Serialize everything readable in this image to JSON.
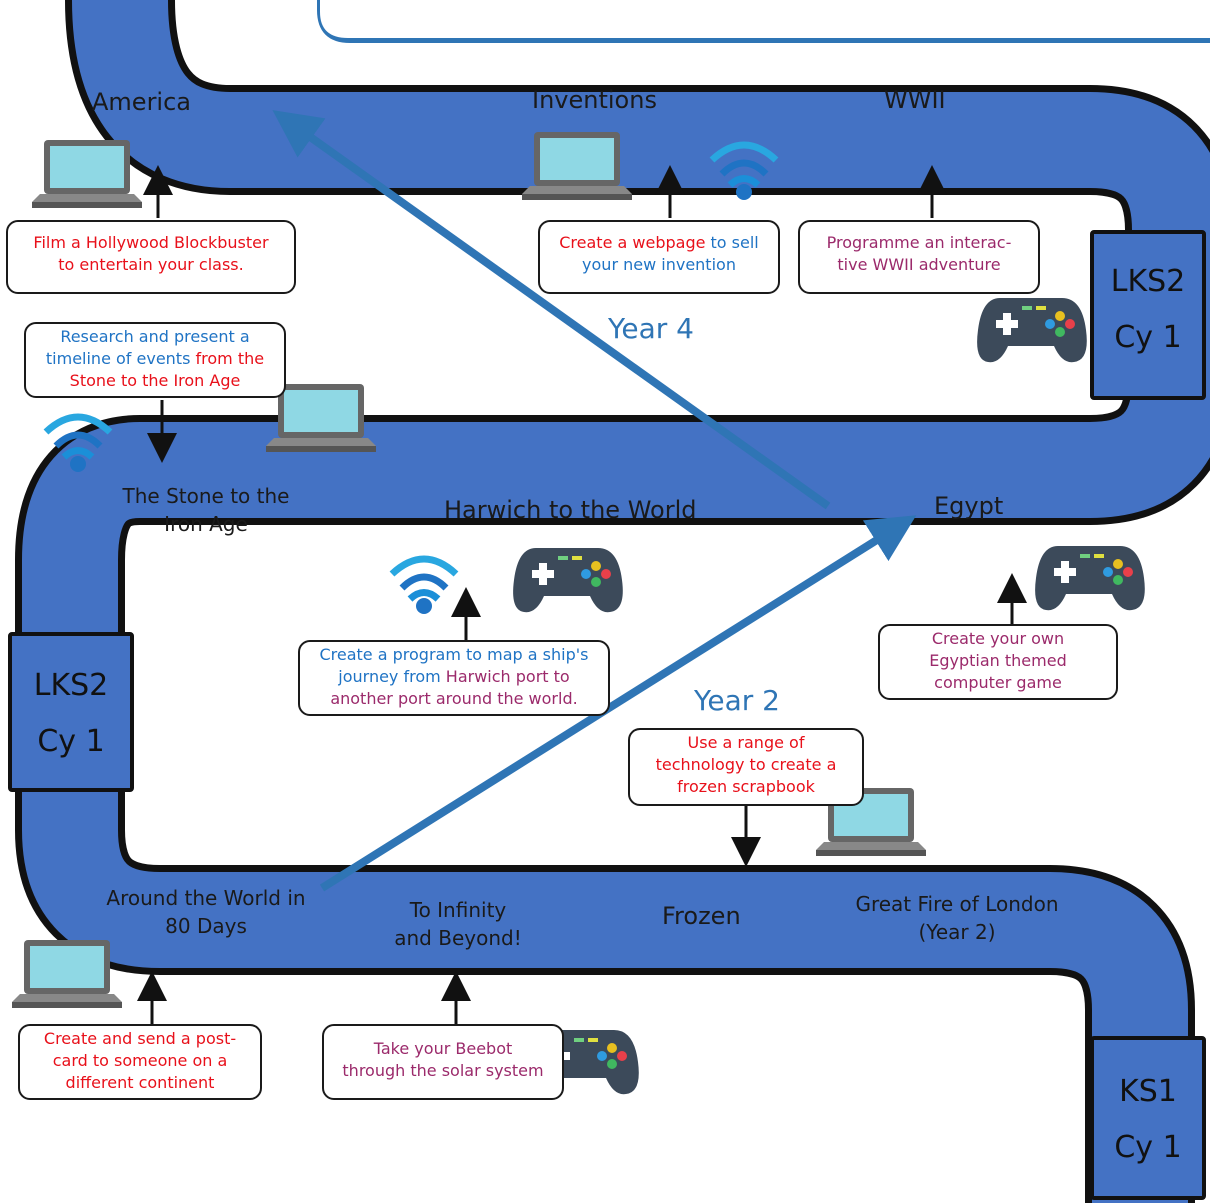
{
  "topics": {
    "america": "America",
    "inventions": "Inventions",
    "wwii": "WWII",
    "stone_iron": [
      "The Stone to the",
      "Iron Age"
    ],
    "harwich": "Harwich to the World",
    "egypt": "Egypt",
    "around_world": [
      "Around the World in",
      "80 Days"
    ],
    "infinity": [
      "To Infinity",
      "and Beyond!"
    ],
    "frozen": "Frozen",
    "great_fire": [
      "Great Fire of London",
      "(Year 2)"
    ]
  },
  "tasks": {
    "hollywood": [
      "Film a Hollywood Blockbuster",
      "to entertain your class."
    ],
    "webpage": [
      "Create a webpage",
      " to sell",
      "your new invention"
    ],
    "wwii_adventure": [
      "Programme an interac-",
      "tive WWII adventure"
    ],
    "timeline": [
      "Research and present a",
      "timeline of events",
      " from the",
      "Stone to the Iron Age"
    ],
    "ship_journey": [
      "Create a program to map a ship's",
      "journey from ",
      "Harwich port to",
      "another port around the world."
    ],
    "egypt_game": [
      "Create your own",
      "Egyptian themed",
      "computer game"
    ],
    "frozen_scrapbook": [
      "Use a range of",
      "technology to create a",
      "frozen scrapbook"
    ],
    "postcard": [
      "Create and send a post-",
      "card to someone on  a",
      "different continent"
    ],
    "beebot": [
      "Take your Beebot",
      "through the solar system"
    ]
  },
  "stages": {
    "lks2_right": [
      "LKS2",
      "Cy 1"
    ],
    "lks2_left": [
      "LKS2",
      "Cy 1"
    ],
    "ks1": [
      "KS1",
      "Cy 1"
    ]
  },
  "years": {
    "year4": "Year 4",
    "year2": "Year 2"
  },
  "icons": [
    "laptop-icon",
    "wifi-icon",
    "gamepad-icon",
    "arrow-up-icon",
    "arrow-down-icon"
  ],
  "colors": {
    "road": "#4472c4",
    "road_edge": "#111111",
    "year_arrow": "#2f75b5",
    "task_red": "#e8101a",
    "task_blue": "#1f73c4",
    "task_plum": "#9b2a6b"
  }
}
